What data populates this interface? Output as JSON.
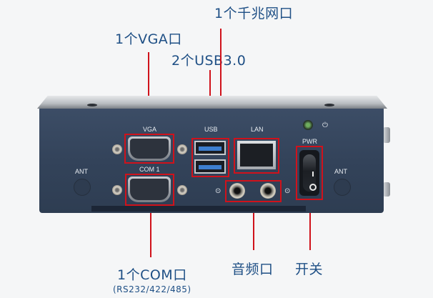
{
  "callouts": {
    "lan": "1个千兆网口",
    "vga": "1个VGA口",
    "usb": "2个USB3.0",
    "com": "1个COM口",
    "com_sub": "(RS232/422/485)",
    "audio": "音频口",
    "power": "开关"
  },
  "panel_labels": {
    "vga": "VGA",
    "com": "COM 1",
    "usb": "USB",
    "lan": "LAN",
    "pwr": "PWR",
    "ant_left": "ANT",
    "ant_right": "ANT",
    "power_icon": "⏻",
    "audio_icon_left": "⊙",
    "audio_icon_right": "⊙"
  },
  "colors": {
    "callout_text": "#1e4f85",
    "highlight": "#d0121b",
    "chassis": "#34455c"
  }
}
